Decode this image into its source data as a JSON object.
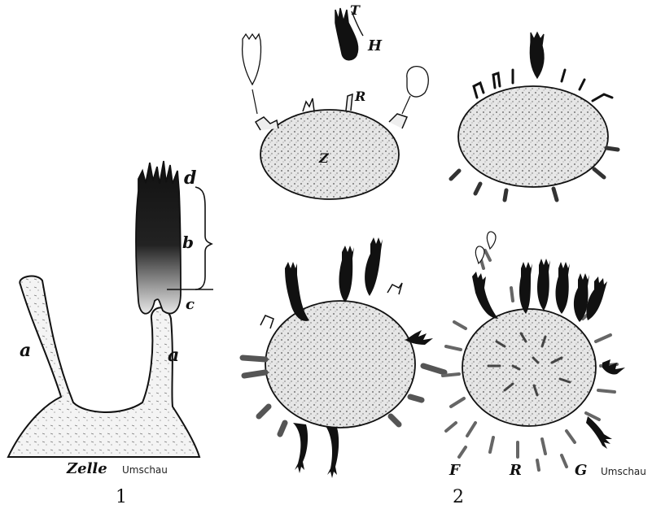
{
  "figure1": {
    "labels": {
      "a_left": "a",
      "a_right": "a",
      "b": "b",
      "c": "c",
      "d": "d",
      "zelle": "Zelle",
      "credit": "Umschau"
    },
    "number": "1"
  },
  "figure2": {
    "labels": {
      "T": "T",
      "H": "H",
      "R_top": "R",
      "Z": "Z",
      "F": "F",
      "R_bottom": "R",
      "G": "G",
      "credit": "Umschau"
    },
    "number": "2"
  },
  "colors": {
    "ink": "#111111",
    "cell_fill": "#d9d9d9",
    "paper": "#ffffff"
  }
}
